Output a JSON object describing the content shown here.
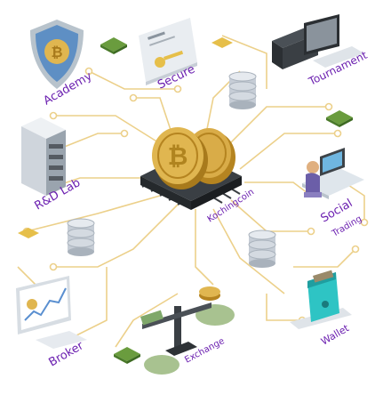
{
  "colors": {
    "line": "#e8c97a",
    "node": "#e0b84e",
    "label": "#6b1fb0",
    "chip": "#2e3236",
    "coin": "#c99a2e",
    "green": "#9fbf8a",
    "teal": "#2ec4c4"
  },
  "center": {
    "label": "Kochingcoin"
  },
  "nodes": {
    "academy": {
      "label": "Academy",
      "icon": "shield-bitcoin-icon"
    },
    "secure": {
      "label": "Secure",
      "icon": "key-document-icon"
    },
    "tournament": {
      "label": "Tournament",
      "icon": "computer-workstation-icon"
    },
    "rdlab": {
      "label": "R&D Lab",
      "icon": "server-rack-icon"
    },
    "social": {
      "label": "Social",
      "label2": "Trading",
      "icon": "trader-desk-icon"
    },
    "broker": {
      "label": "Broker",
      "icon": "monitor-chart-icon"
    },
    "exchange": {
      "label": "Exchange",
      "icon": "balance-scale-icon"
    },
    "wallet": {
      "label": "Wallet",
      "icon": "phone-wallet-icon"
    }
  }
}
